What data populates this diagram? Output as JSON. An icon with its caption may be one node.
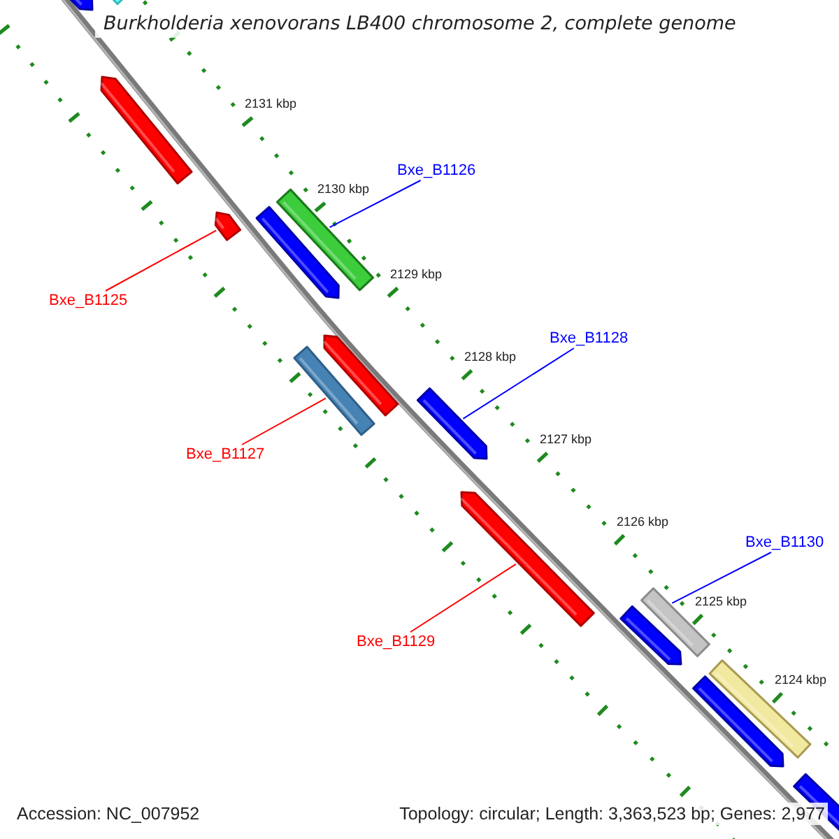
{
  "diagram": {
    "title": "Burkholderia xenovorans LB400 chromosome 2, complete genome",
    "nodes": [
      {
        "text": [],
        "shape": "arrow"
      },
      {
        "text": [],
        "shape": "bar"
      },
      {
        "text": [],
        "shape": "arrow"
      },
      {
        "text": [
          "Bxe_B1126"
        ]
      },
      {
        "text": [],
        "shape": "bar"
      },
      {
        "text": [],
        "shape": "arrow"
      },
      {
        "text": [],
        "shape": "arrow"
      },
      {
        "text": [
          "Bxe_B1125"
        ]
      },
      {
        "text": [
          "Bxe_B1128"
        ]
      },
      {
        "text": [],
        "shape": "arrow"
      },
      {
        "text": [],
        "shape": "bar"
      },
      {
        "text": [],
        "shape": "arrow"
      },
      {
        "text": [
          "Bxe_B1127"
        ]
      },
      {
        "text": [],
        "shape": "arrow"
      },
      {
        "text": [
          "Bxe_B1130"
        ]
      },
      {
        "text": [],
        "shape": "bar"
      },
      {
        "text": [],
        "shape": "arrow"
      },
      {
        "text": [
          "Bxe_B1129"
        ]
      },
      {
        "text": [],
        "shape": "bar"
      },
      {
        "text": [],
        "shape": "arrow"
      },
      {
        "text": [],
        "shape": "arrow"
      }
    ],
    "edges": [
      {
        "from": 7,
        "to": 6,
        "arrow": "none",
        "color": "#ff0000"
      },
      {
        "from": 3,
        "to": 4,
        "arrow": "none",
        "color": "#0000ff"
      },
      {
        "from": 12,
        "to": 10,
        "arrow": "none",
        "color": "#ff0000"
      },
      {
        "from": 8,
        "to": 11,
        "arrow": "none",
        "color": "#0000ff"
      },
      {
        "from": 17,
        "to": 13,
        "arrow": "none",
        "color": "#ff0000"
      },
      {
        "from": 14,
        "to": 15,
        "arrow": "none",
        "color": "#0000ff"
      }
    ],
    "labels": [
      "2131 kbp",
      "2130 kbp",
      "2129 kbp",
      "2128 kbp",
      "2127 kbp",
      "2126 kbp",
      "2125 kbp",
      "2124 kbp",
      "Accession: NC_007952",
      "Topology: circular; Length: 3,363,523 bp; Genes: 2,977"
    ]
  }
}
